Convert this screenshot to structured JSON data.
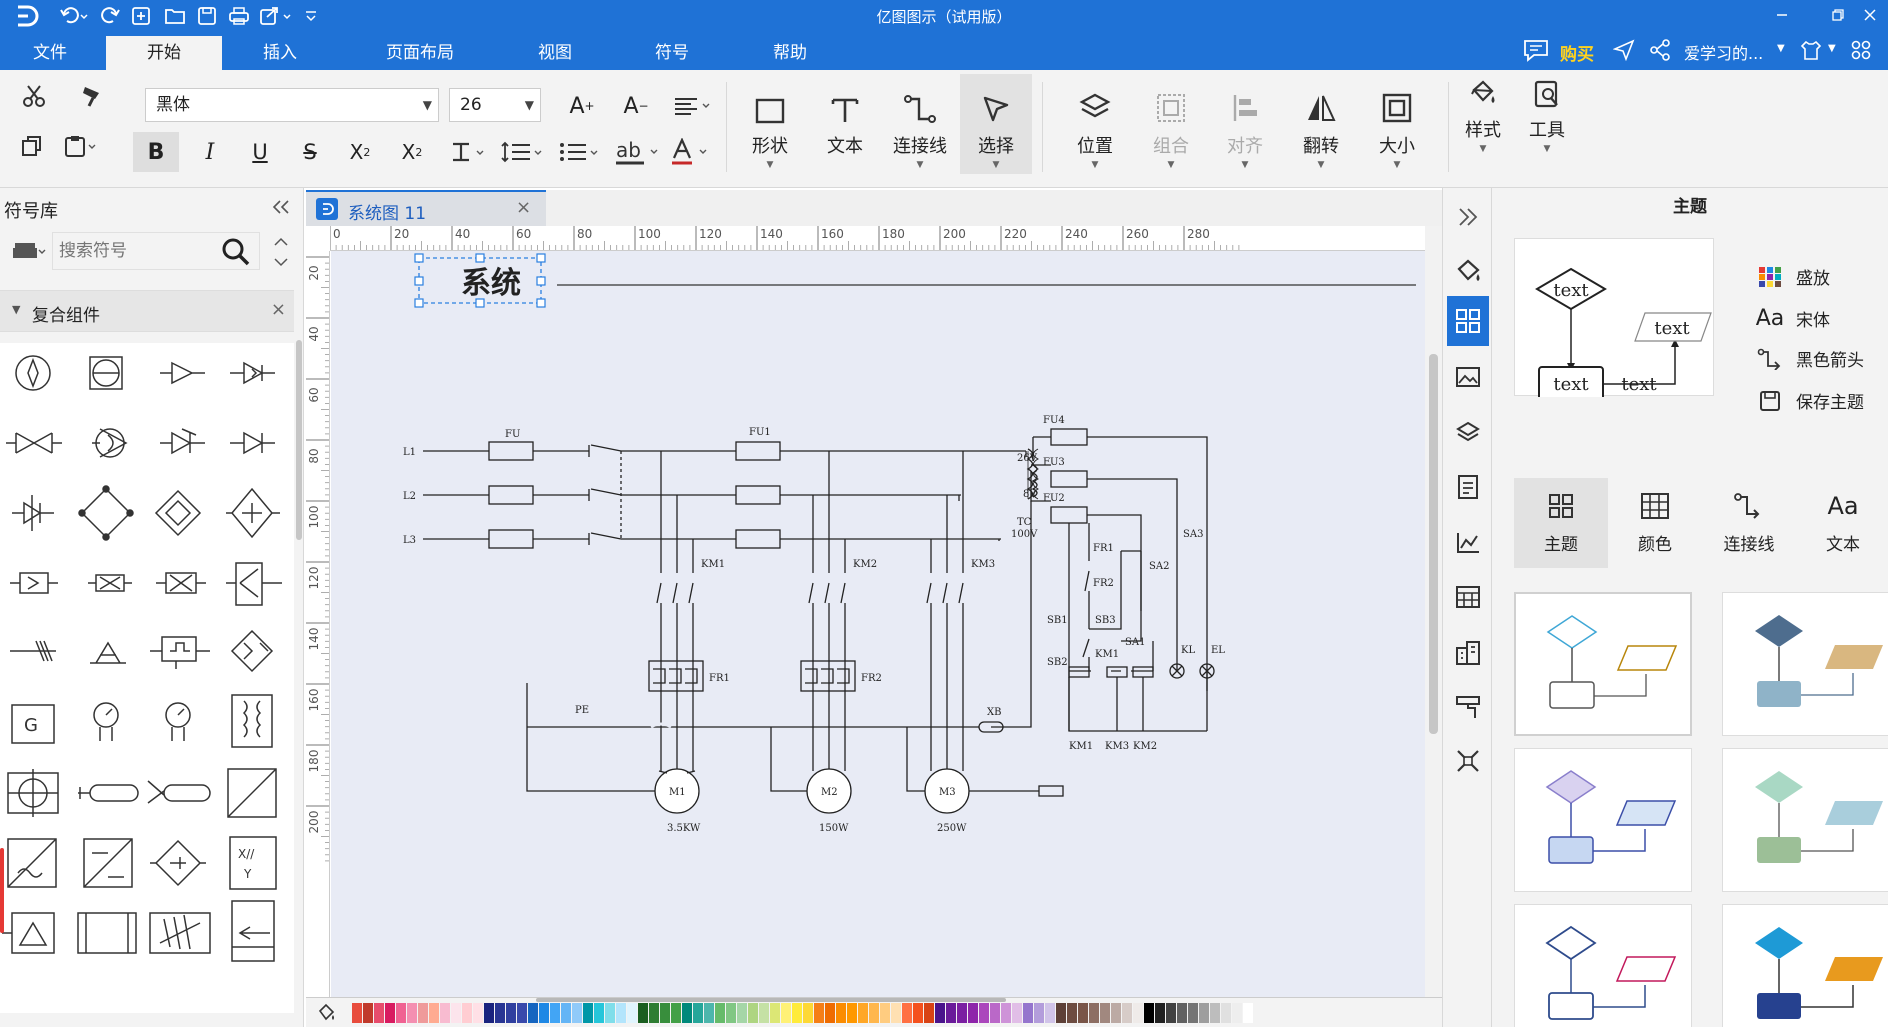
{
  "window": {
    "title": "亿图图示（试用版）"
  },
  "menu": {
    "tabs": [
      "文件",
      "开始",
      "插入",
      "页面布局",
      "视图",
      "符号",
      "帮助"
    ],
    "active": "开始"
  },
  "account": {
    "buy_label": "购买",
    "user_label": "爱学习的..."
  },
  "toolbar": {
    "font_family": "黑体",
    "font_size": "26",
    "big_buttons": [
      "形状",
      "文本",
      "连接线",
      "选择"
    ],
    "arrange_buttons": [
      "位置",
      "组合",
      "对齐",
      "翻转",
      "大小"
    ],
    "style_label": "样式",
    "tools_label": "工具"
  },
  "library": {
    "title": "符号库",
    "search_placeholder": "搜索符号",
    "category": "复合组件"
  },
  "document": {
    "tab_title": "系统图 11"
  },
  "rulers": {
    "h_ticks": [
      "0",
      "20",
      "40",
      "60",
      "80",
      "100",
      "120",
      "140",
      "160",
      "180",
      "200",
      "220",
      "240",
      "260",
      "280"
    ],
    "v_ticks": [
      "20",
      "40",
      "60",
      "80",
      "100",
      "120",
      "140",
      "160",
      "180",
      "200"
    ]
  },
  "diagram": {
    "title": "系统",
    "labels": {
      "l1": "L1",
      "l2": "L2",
      "l3": "L3",
      "fu": "FU",
      "fu1": "FU1",
      "fu2": "FU2",
      "fu3": "FU3",
      "fu4": "FU4",
      "tc": "TC",
      "v26": "26V",
      "v8": "8V",
      "v100": "100V",
      "km1": "KM1",
      "km2": "KM2",
      "km3": "KM3",
      "fr1": "FR1",
      "fr2": "FR2",
      "pe": "PE",
      "xb": "XB",
      "m1": "M1",
      "m2": "M2",
      "m3": "M3",
      "p1": "3.5KW",
      "p2": "150W",
      "p3": "250W",
      "c_fr1": "FR1",
      "c_fr2": "FR2",
      "sb1": "SB1",
      "sb2": "SB2",
      "sb3": "SB3",
      "sa1": "SA1",
      "sa2": "SA2",
      "sa3": "SA3",
      "c_km1": "KM1",
      "kl": "KL",
      "el": "EL",
      "b_km1": "KM1",
      "b_km3": "KM3",
      "b_km2": "KM2"
    }
  },
  "theme_panel": {
    "header": "主题",
    "preview_text": "text",
    "options": [
      "盛放",
      "宋体",
      "黑色箭头",
      "保存主题"
    ],
    "tabs": [
      "主题",
      "颜色",
      "连接线",
      "文本"
    ]
  },
  "palette": [
    "#e84c3d",
    "#c0392b",
    "#e74c6c",
    "#d81b60",
    "#f06292",
    "#f48fb1",
    "#ef9a9a",
    "#ffab91",
    "#f8bbd0",
    "#fce4ec",
    "#ffcdd2",
    "#ffe0e6",
    "#1a237e",
    "#283593",
    "#303f9f",
    "#3949ab",
    "#1565c0",
    "#1e88e5",
    "#42a5f5",
    "#64b5f6",
    "#90caf9",
    "#0097a7",
    "#26c6da",
    "#80deea",
    "#b3e5fc",
    "#e1f5fe",
    "#1b5e20",
    "#2e7d32",
    "#388e3c",
    "#43a047",
    "#00897b",
    "#26a69a",
    "#4db6ac",
    "#66bb6a",
    "#81c784",
    "#a5d6a7",
    "#aed581",
    "#c5e1a5",
    "#dce775",
    "#fff176",
    "#ffeb3b",
    "#fdd835",
    "#f57f17",
    "#ef6c00",
    "#fb8c00",
    "#ff9800",
    "#ffa726",
    "#ffb74d",
    "#ffcc80",
    "#ffe0b2",
    "#ff7043",
    "#f4511e",
    "#d84315",
    "#4a148c",
    "#6a1b9a",
    "#7b1fa2",
    "#8e24aa",
    "#ab47bc",
    "#ba68c8",
    "#ce93d8",
    "#e1bee7",
    "#9575cd",
    "#b39ddb",
    "#d1c4e9",
    "#5d4037",
    "#6d4c41",
    "#795548",
    "#8d6e63",
    "#a1887f",
    "#bcaaa4",
    "#d7ccc8",
    "#efebe9",
    "#000000",
    "#212121",
    "#424242",
    "#616161",
    "#757575",
    "#9e9e9e",
    "#bdbdbd",
    "#e0e0e0",
    "#eeeeee",
    "#ffffff"
  ]
}
